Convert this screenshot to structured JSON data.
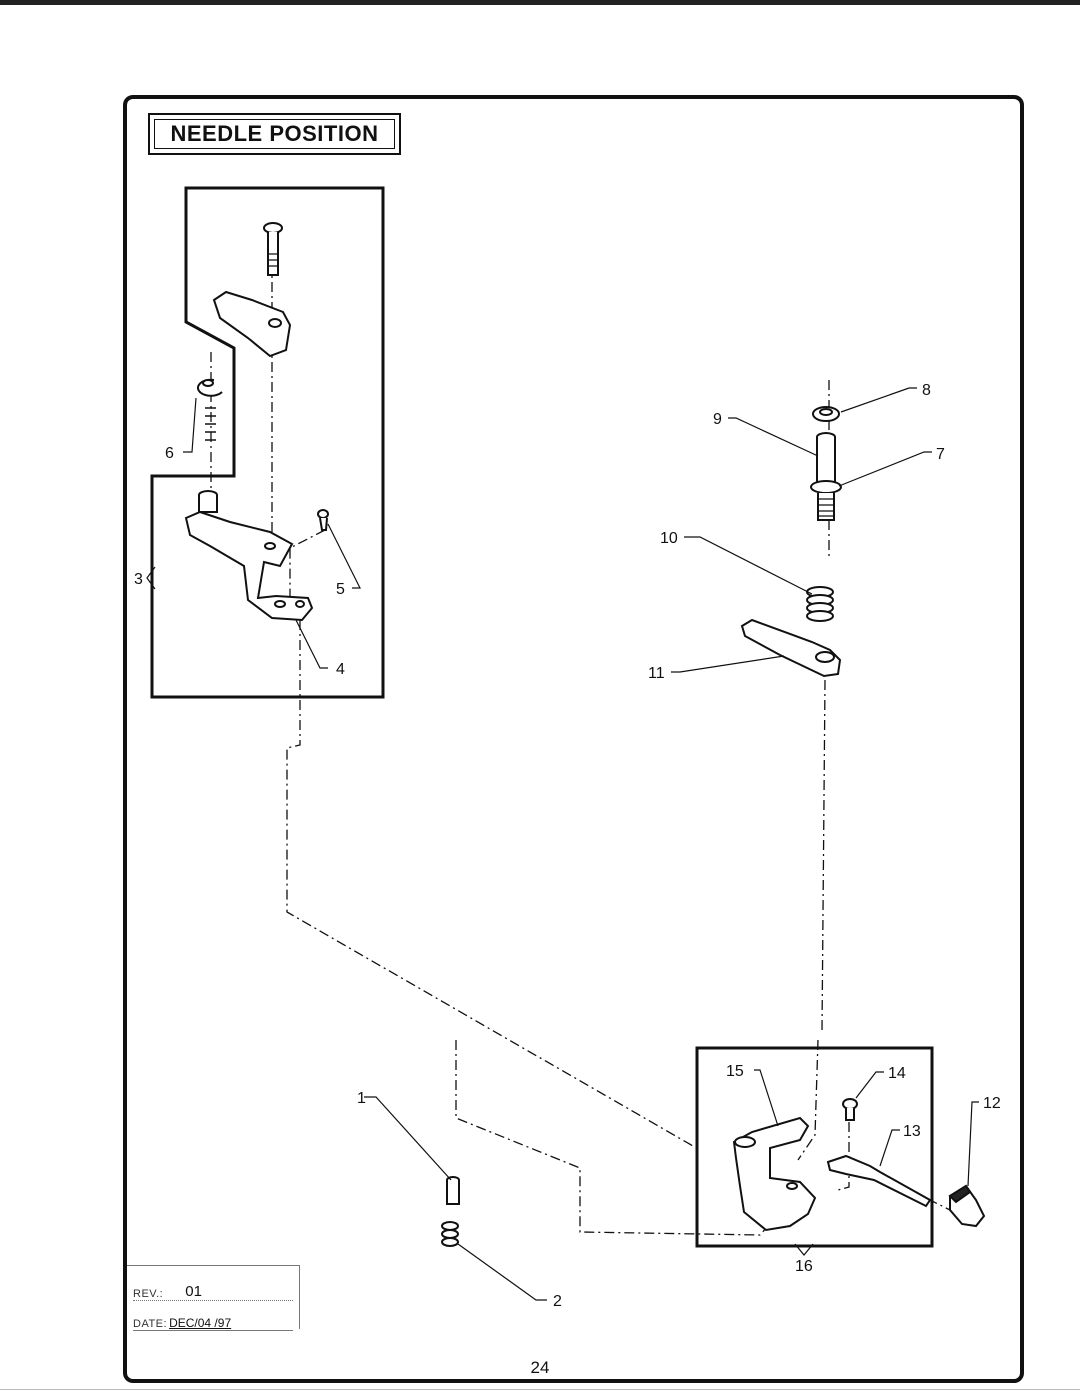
{
  "title": "NEEDLE POSITION",
  "callouts": {
    "c1": "1",
    "c2": "2",
    "c3": "3",
    "c4": "4",
    "c5": "5",
    "c6": "6",
    "c7": "7",
    "c8": "8",
    "c9": "9",
    "c10": "10",
    "c11": "11",
    "c12": "12",
    "c13": "13",
    "c14": "14",
    "c15": "15",
    "c16": "16"
  },
  "revision": {
    "rev_label": "REV.:",
    "rev_value": "01",
    "date_label": "DATE:",
    "date_value": "DEC/04 /97"
  },
  "page_number": "24"
}
